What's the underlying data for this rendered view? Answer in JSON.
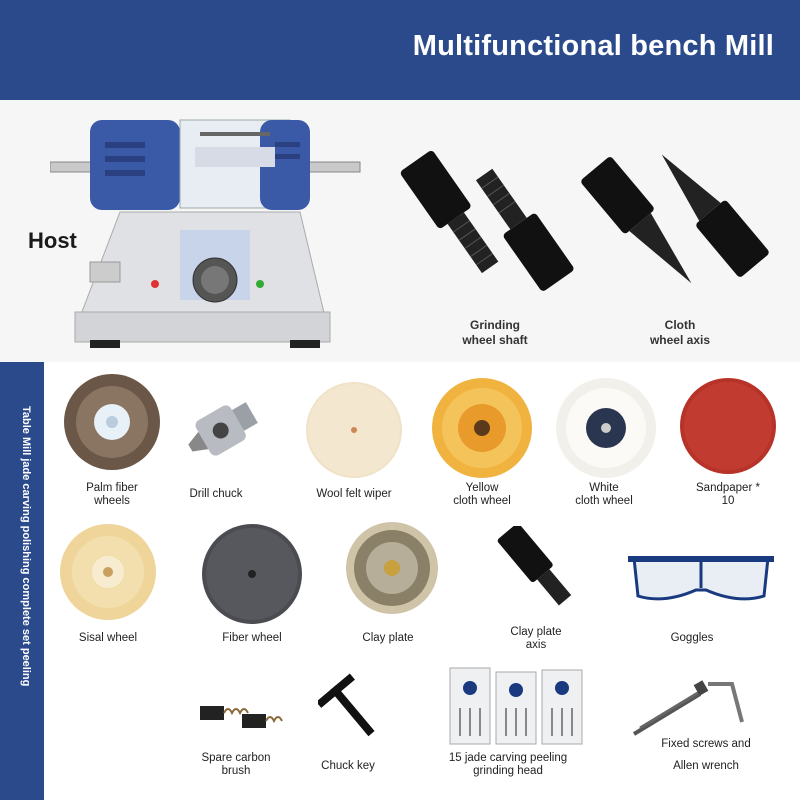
{
  "header": {
    "title": "Multifunctional bench Mill",
    "bg_color": "#2b4a8c"
  },
  "top": {
    "host_label": "Host",
    "grinding_shaft_label": [
      "Grinding",
      "wheel shaft"
    ],
    "cloth_axis_label": [
      "Cloth",
      "wheel axis"
    ]
  },
  "sidebar": {
    "text": "Table Mill jade carving polishing complete set peeling"
  },
  "items": {
    "palm": [
      "Palm fiber",
      "wheels"
    ],
    "drill_chuck": [
      "Drill chuck"
    ],
    "wool_felt": [
      "Wool felt wiper"
    ],
    "yellow_cloth": [
      "Yellow",
      "cloth wheel"
    ],
    "white_cloth": [
      "White",
      "cloth wheel"
    ],
    "sandpaper": [
      "Sandpaper *",
      "10"
    ],
    "sisal": [
      "Sisal wheel"
    ],
    "fiber": [
      "Fiber wheel"
    ],
    "clay_plate": [
      "Clay plate"
    ],
    "clay_axis": [
      "Clay plate",
      "axis"
    ],
    "goggles": [
      "Goggles"
    ],
    "carbon": [
      "Spare carbon",
      "brush"
    ],
    "chuck_key": [
      "Chuck key"
    ],
    "jade_heads": [
      "15 jade carving peeling",
      "grinding head"
    ],
    "screws": [
      "Fixed screws and",
      "Allen wrench"
    ]
  }
}
